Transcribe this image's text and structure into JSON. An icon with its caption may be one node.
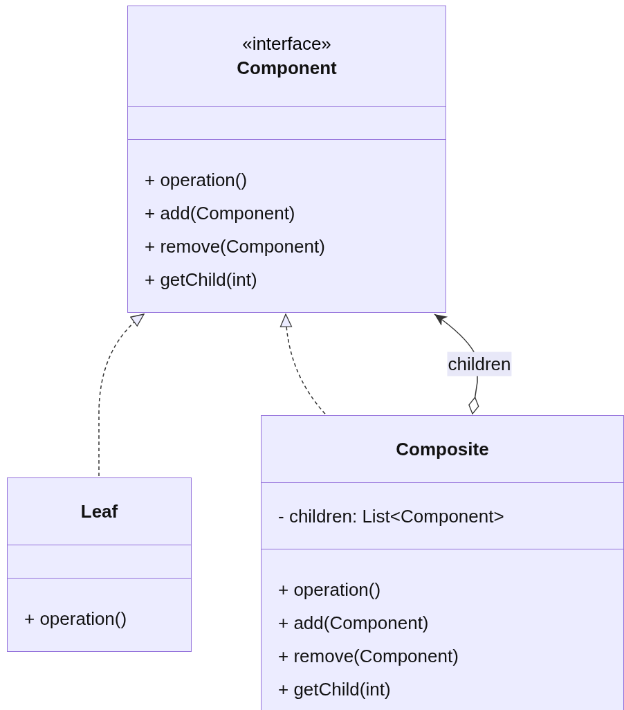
{
  "diagram": {
    "nodes": [
      {
        "text": [
          "«interface»",
          "Component",
          "+ operation()",
          "+ add(Component)",
          "+ remove(Component)",
          "+ getChild(int)"
        ]
      },
      {
        "text": [
          "Leaf",
          "+ operation()"
        ]
      },
      {
        "text": [
          "Composite",
          "- children: List<Component>",
          "+ operation()",
          "+ add(Component)",
          "+ remove(Component)",
          "+ getChild(int)"
        ]
      }
    ],
    "edges": [
      {
        "from": 1,
        "to": 0,
        "arrow": "to",
        "style": "dashed"
      },
      {
        "from": 2,
        "to": 0,
        "arrow": "to",
        "style": "dashed"
      },
      {
        "from": 2,
        "to": 0,
        "arrow": "to",
        "label": "children"
      }
    ]
  }
}
